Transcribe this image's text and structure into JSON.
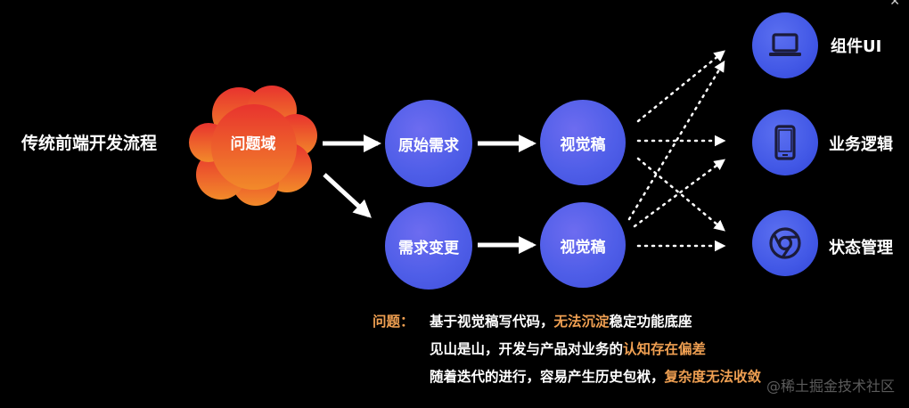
{
  "title": "传统前端开发流程",
  "source": "问题域",
  "nodes": {
    "raw": "原始需求",
    "change": "需求变更",
    "draft1": "视觉稿",
    "draft2": "视觉稿"
  },
  "outputs": [
    {
      "label": "组件UI",
      "icon": "laptop-icon"
    },
    {
      "label": "业务逻辑",
      "icon": "phone-icon"
    },
    {
      "label": "状态管理",
      "icon": "chrome-icon"
    }
  ],
  "problems": {
    "label": "问题：",
    "lines": [
      [
        {
          "t": "基于视觉稿写代码，"
        },
        {
          "t": "无法沉淀",
          "hl": true
        },
        {
          "t": "稳定功能底座"
        }
      ],
      [
        {
          "t": "见山是山，开发与产品对业务的"
        },
        {
          "t": "认知存在偏差",
          "hl": true
        }
      ],
      [
        {
          "t": "随着迭代的进行，容易产生历史包袱，"
        },
        {
          "t": "复杂度无法收敛",
          "hl": true
        }
      ]
    ]
  },
  "watermark": "@稀土掘金技术社区",
  "colors": {
    "accent": "#f0a052",
    "node": "#4f5ee8",
    "cloud_top": "#e8332e",
    "cloud_bottom": "#f28a2a"
  }
}
